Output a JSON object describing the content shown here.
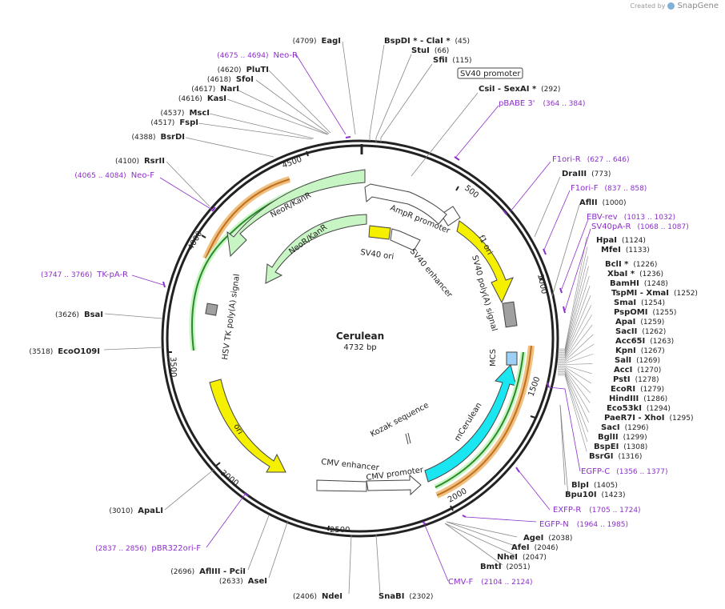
{
  "credit": {
    "prefix": "Created by",
    "brand": "SnapGene"
  },
  "plasmid": {
    "name": "Cerulean",
    "length_label": "4732 bp",
    "length": 4732
  },
  "ticks": [
    "500",
    "1000",
    "1500",
    "2000",
    "2500",
    "3000",
    "3500",
    "4000",
    "4500"
  ],
  "features": [
    {
      "label": "SV40 promoter",
      "kind": "promoter"
    },
    {
      "label": "AmpR promoter",
      "kind": "promoter"
    },
    {
      "label": "f1 ori",
      "kind": "rep_origin"
    },
    {
      "label": "SV40 poly(A) signal",
      "kind": "terminator"
    },
    {
      "label": "MCS",
      "kind": "misc"
    },
    {
      "label": "mCerulean",
      "kind": "cds"
    },
    {
      "label": "Kozak sequence",
      "kind": "misc"
    },
    {
      "label": "CMV promoter",
      "kind": "promoter"
    },
    {
      "label": "CMV enhancer",
      "kind": "enhancer"
    },
    {
      "label": "ori",
      "kind": "rep_origin"
    },
    {
      "label": "HSV TK poly(A) signal",
      "kind": "terminator"
    },
    {
      "label": "NeoR/KanR",
      "kind": "cds"
    },
    {
      "label": "NeoR/KanR",
      "kind": "cds"
    },
    {
      "label": "SV40 ori",
      "kind": "rep_origin"
    },
    {
      "label": "SV40 enhancer",
      "kind": "enhancer"
    }
  ],
  "enzymes_right": [
    {
      "name": "BspDI",
      "star": " *",
      "extra": " - ClaI *",
      "pos": "(45)"
    },
    {
      "name": "StuI",
      "star": "",
      "extra": "",
      "pos": "(66)"
    },
    {
      "name": "SfiI",
      "star": "",
      "extra": "",
      "pos": "(115)"
    },
    {
      "name": "CsiI",
      "star": "",
      "extra": " - SexAI *",
      "pos": "(292)"
    },
    {
      "name": "DraIII",
      "star": "",
      "extra": "",
      "pos": "(773)"
    },
    {
      "name": "AflII",
      "star": "",
      "extra": "",
      "pos": "(1000)"
    },
    {
      "name": "HpaI",
      "star": "",
      "extra": "",
      "pos": "(1124)"
    },
    {
      "name": "MfeI",
      "star": "",
      "extra": "",
      "pos": "(1133)"
    },
    {
      "name": "BclI",
      "star": " *",
      "extra": "",
      "pos": "(1226)"
    },
    {
      "name": "XbaI",
      "star": " *",
      "extra": "",
      "pos": "(1236)"
    },
    {
      "name": "BamHI",
      "star": "",
      "extra": "",
      "pos": "(1248)"
    },
    {
      "name": "TspMI",
      "star": "",
      "extra": " - XmaI",
      "pos": "(1252)"
    },
    {
      "name": "SmaI",
      "star": "",
      "extra": "",
      "pos": "(1254)"
    },
    {
      "name": "PspOMI",
      "star": "",
      "extra": "",
      "pos": "(1255)"
    },
    {
      "name": "ApaI",
      "star": "",
      "extra": "",
      "pos": "(1259)"
    },
    {
      "name": "SacII",
      "star": "",
      "extra": "",
      "pos": "(1262)"
    },
    {
      "name": "Acc65I",
      "star": "",
      "extra": "",
      "pos": "(1263)"
    },
    {
      "name": "KpnI",
      "star": "",
      "extra": "",
      "pos": "(1267)"
    },
    {
      "name": "SalI",
      "star": "",
      "extra": "",
      "pos": "(1269)"
    },
    {
      "name": "AccI",
      "star": "",
      "extra": "",
      "pos": "(1270)"
    },
    {
      "name": "PstI",
      "star": "",
      "extra": "",
      "pos": "(1278)"
    },
    {
      "name": "EcoRI",
      "star": "",
      "extra": "",
      "pos": "(1279)"
    },
    {
      "name": "HindIII",
      "star": "",
      "extra": "",
      "pos": "(1286)"
    },
    {
      "name": "Eco53kI",
      "star": "",
      "extra": "",
      "pos": "(1294)"
    },
    {
      "name": "PaeR7I",
      "star": "",
      "extra": " - XhoI",
      "pos": "(1295)"
    },
    {
      "name": "SacI",
      "star": "",
      "extra": "",
      "pos": "(1296)"
    },
    {
      "name": "BglII",
      "star": "",
      "extra": "",
      "pos": "(1299)"
    },
    {
      "name": "BspEI",
      "star": "",
      "extra": "",
      "pos": "(1308)"
    },
    {
      "name": "BsrGI",
      "star": "",
      "extra": "",
      "pos": "(1316)"
    },
    {
      "name": "BlpI",
      "star": "",
      "extra": "",
      "pos": "(1405)"
    },
    {
      "name": "Bpu10I",
      "star": "",
      "extra": "",
      "pos": "(1423)"
    },
    {
      "name": "AgeI",
      "star": "",
      "extra": "",
      "pos": "(2038)"
    },
    {
      "name": "AfeI",
      "star": "",
      "extra": "",
      "pos": "(2046)"
    },
    {
      "name": "NheI",
      "star": "",
      "extra": "",
      "pos": "(2047)"
    },
    {
      "name": "BmtI",
      "star": "",
      "extra": "",
      "pos": "(2051)"
    },
    {
      "name": "SnaBI",
      "star": "",
      "extra": "",
      "pos": "(2302)"
    }
  ],
  "enzymes_left": [
    {
      "name": "EagI",
      "pos": "(4709)"
    },
    {
      "name": "PluTI",
      "pos": "(4620)"
    },
    {
      "name": "SfoI",
      "pos": "(4618)"
    },
    {
      "name": "NarI",
      "pos": "(4617)"
    },
    {
      "name": "KasI",
      "pos": "(4616)"
    },
    {
      "name": "MscI",
      "pos": "(4537)"
    },
    {
      "name": "FspI",
      "pos": "(4517)"
    },
    {
      "name": "BsrDI",
      "pos": "(4388)"
    },
    {
      "name": "RsrII",
      "pos": "(4100)"
    },
    {
      "name": "BsaI",
      "pos": "(3626)"
    },
    {
      "name": "EcoO109I",
      "pos": "(3518)"
    },
    {
      "name": "ApaLI",
      "pos": "(3010)"
    },
    {
      "name": "AflIII",
      "pos": "(2696)",
      "extra": " - PciI"
    },
    {
      "name": "AseI",
      "pos": "(2633)"
    },
    {
      "name": "NdeI",
      "pos": "(2406)"
    }
  ],
  "primers": [
    {
      "name": "Neo-R",
      "range": "(4675 .. 4694)"
    },
    {
      "name": "pBABE 3'",
      "range": "(364 .. 384)"
    },
    {
      "name": "F1ori-R",
      "range": "(627 .. 646)"
    },
    {
      "name": "F1ori-F",
      "range": "(837 .. 858)"
    },
    {
      "name": "EBV-rev",
      "range": "(1013 .. 1032)"
    },
    {
      "name": "SV40pA-R",
      "range": "(1068 .. 1087)"
    },
    {
      "name": "Neo-F",
      "range": "(4065 .. 4084)"
    },
    {
      "name": "TK-pA-R",
      "range": "(3747 .. 3766)"
    },
    {
      "name": "EGFP-C",
      "range": "(1356 .. 1377)"
    },
    {
      "name": "EXFP-R",
      "range": "(1705 .. 1724)"
    },
    {
      "name": "EGFP-N",
      "range": "(1964 .. 1985)"
    },
    {
      "name": "CMV-F",
      "range": "(2104 .. 2124)"
    },
    {
      "name": "pBR322ori-F",
      "range": "(2837 .. 2856)"
    }
  ],
  "colors": {
    "ring": "#222222",
    "primer": "#8b2fc9",
    "promoter": "#ffffff",
    "ori": "#f5ef00",
    "neo": "#c8f5c4",
    "cerulean": "#19e6f0",
    "mcs": "#9ecff5",
    "polyA": "#a0a0a0",
    "orange": "#f0a040",
    "green": "#2a8a2a"
  }
}
